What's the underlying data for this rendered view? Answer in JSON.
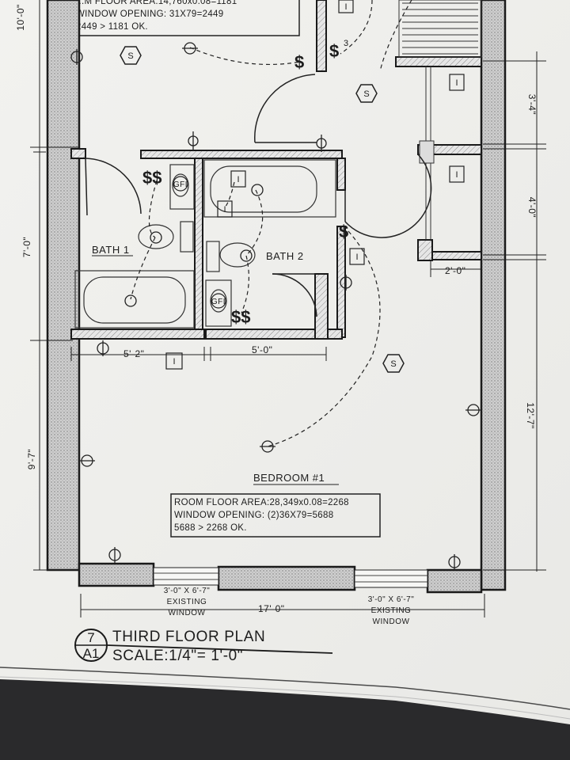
{
  "top_note": {
    "line1": "...M FLOOR AREA:14,760x0.08=1181",
    "line2": "WINDOW OPENING: 31X79=2449",
    "line3": "2449 > 1181 OK."
  },
  "rooms": {
    "bath1": "BATH 1",
    "bath2": "BATH 2",
    "bedroom": "BEDROOM #1"
  },
  "bedroom_note": {
    "line1": "ROOM FLOOR AREA:28,349x0.08=2268",
    "line2": "WINDOW OPENING: (2)36X79=5688",
    "line3": "5688 > 2268 OK."
  },
  "dimensions": {
    "left_top": "10'-0\"",
    "left_mid": "7'-0\"",
    "left_bottom": "9'-7\"",
    "right_top": "3'-4\"",
    "right_mid": "4'-0\"",
    "right_bottom": "12'-7\"",
    "closet_width": "2'-0\"",
    "bath1_width": "5'-2\"",
    "bath2_width": "5'-0\"",
    "overall_width": "17'-0\""
  },
  "windows": {
    "left": [
      "3'-0\" X 6'-7\"",
      "EXISTING",
      "WINDOW"
    ],
    "right": [
      "3'-0\" X 6'-7\"",
      "EXISTING",
      "WINDOW"
    ]
  },
  "symbols": {
    "smoke": "S",
    "switch_double": "$$",
    "switch_single": "$",
    "switch_three_way": "$",
    "three_way_mark": "3",
    "light": "I",
    "gfi": "GFI"
  },
  "title_block": {
    "number": "7",
    "sheet": "A1",
    "title": "THIRD FLOOR PLAN",
    "scale": "SCALE:1/4\"= 1'-0\""
  }
}
